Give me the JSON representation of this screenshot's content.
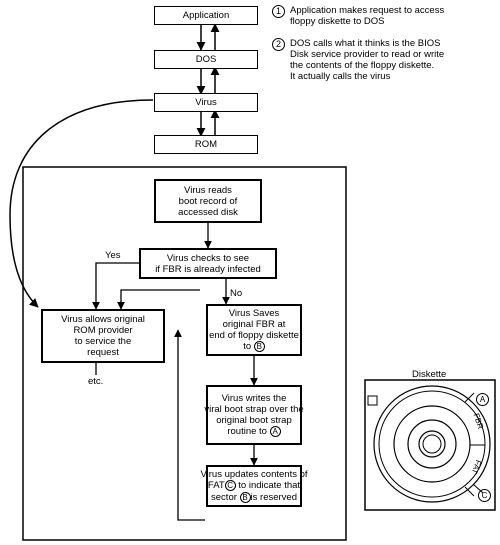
{
  "stack": {
    "application": "Application",
    "dos": "DOS",
    "virus": "Virus",
    "rom": "ROM"
  },
  "notes": [
    {
      "number": "1",
      "text": "Application makes request to access\nfloppy diskette to DOS"
    },
    {
      "number": "2",
      "text": "DOS calls what it thinks is the BIOS\nDisk service provider to read or write\nthe contents of the floppy diskette.\nIt actually calls the virus"
    }
  ],
  "flow": {
    "reads_boot": "Virus reads\nboot record of\naccessed disk",
    "checks": "Virus checks to see\nif FBR is already infected",
    "yes_label": "Yes",
    "no_label": "No",
    "allows_rom": "Virus allows original\nROM provider\nto service the\nrequest",
    "etc": "etc.",
    "saves_line1": "Virus Saves",
    "saves_line2": "original FBR at",
    "saves_line3": "end of floppy diskette",
    "saves_line4": "to",
    "saves_ref": "B",
    "writes_line1": "Virus writes the",
    "writes_line2": "viral boot strap over the",
    "writes_line3": "original boot strap",
    "writes_line4": "routine to",
    "writes_ref": "A",
    "updates_line1": "Virus updates contents of",
    "updates_line2a": "FAT",
    "updates_ref1": "C",
    "updates_line2b": "to indicate that",
    "updates_line3a": "sector",
    "updates_ref2": "B",
    "updates_line3b": "is reserved"
  },
  "diskette": {
    "title": "Diskette",
    "label_a": "A",
    "label_fbr": "FBR",
    "label_fat": "FAT",
    "label_c": "C"
  }
}
